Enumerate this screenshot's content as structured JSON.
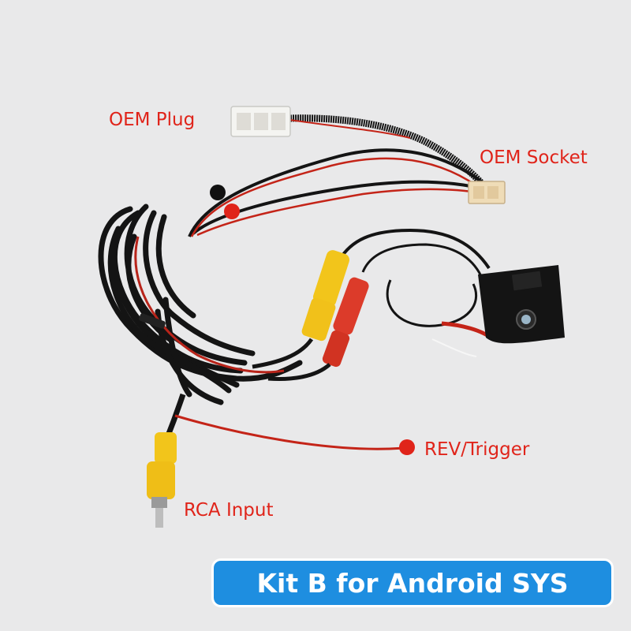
{
  "colors": {
    "label_text": "#e0241a",
    "marker_red": "#e0241a",
    "marker_black": "#111111",
    "banner_bg": "#1e8ee0",
    "banner_text": "#ffffff"
  },
  "labels": {
    "oem_plug": "OEM Plug",
    "oem_socket": "OEM Socket",
    "rev_trigger": "REV/Trigger",
    "rca_input": "RCA Input"
  },
  "banner": {
    "text": "Kit B for Android SYS"
  }
}
